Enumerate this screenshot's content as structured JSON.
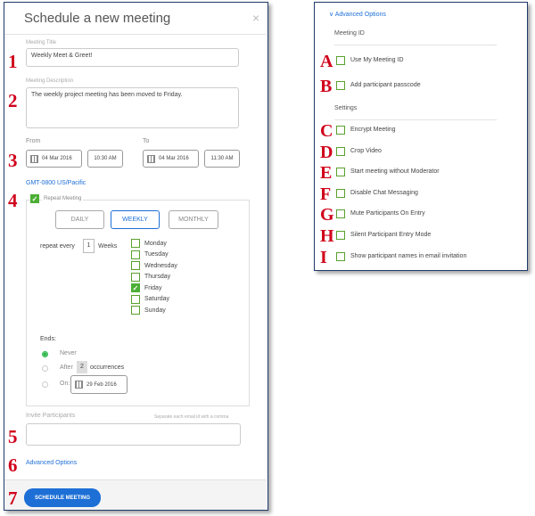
{
  "dialog": {
    "title": "Schedule a new meeting",
    "close_glyph": "×",
    "meeting_title_label": "Meeting Title",
    "meeting_title_value": "Weekly Meet & Greet!",
    "meeting_description_label": "Meeting Description",
    "meeting_description_value": "The weekly project meeting has been moved to Friday.",
    "from_label": "From",
    "to_label": "To",
    "from_date": "04 Mar 2016",
    "from_time": "10:30 AM",
    "to_date": "04 Mar 2016",
    "to_time": "11:30 AM",
    "timezone": "GMT-0800 US/Pacific",
    "repeat_meeting_label": "Repeat Meeting",
    "repeat_meeting_checked": true,
    "frequency_tabs": [
      "DAILY",
      "WEEKLY",
      "MONTHLY"
    ],
    "frequency_selected": "WEEKLY",
    "repeat_every_label": "repeat every",
    "repeat_every_value": "1",
    "repeat_unit": "Weeks",
    "days": [
      {
        "label": "Monday",
        "checked": false
      },
      {
        "label": "Tuesday",
        "checked": false
      },
      {
        "label": "Wednesday",
        "checked": false
      },
      {
        "label": "Thursday",
        "checked": false
      },
      {
        "label": "Friday",
        "checked": true
      },
      {
        "label": "Saturday",
        "checked": false
      },
      {
        "label": "Sunday",
        "checked": false
      }
    ],
    "ends_label": "Ends:",
    "ends_never": "Never",
    "ends_after_prefix": "After",
    "ends_after_value": "2",
    "ends_after_suffix": "occurrences",
    "ends_on_label": "On:",
    "ends_on_date": "29 Feb 2016",
    "ends_selected": "Never",
    "invite_label": "Invite Participants",
    "invite_hint": "Separate each email id with a comma",
    "invite_value": "",
    "advanced_options_link": "Advanced Options",
    "schedule_button": "SCHEDULE MEETING"
  },
  "callouts_left": [
    "1",
    "2",
    "3",
    "4",
    "5",
    "6",
    "7"
  ],
  "advanced_panel": {
    "header_link": "Advanced Options",
    "chevron_glyph": "∨",
    "meeting_id_heading": "Meeting ID",
    "settings_heading": "Settings",
    "meeting_id_options": [
      {
        "letter": "A",
        "label": "Use My Meeting ID",
        "checked": false
      },
      {
        "letter": "B",
        "label": "Add participant passcode",
        "checked": false
      }
    ],
    "settings_options": [
      {
        "letter": "C",
        "label": "Encrypt Meeting",
        "checked": false
      },
      {
        "letter": "D",
        "label": "Crop Video",
        "checked": false
      },
      {
        "letter": "E",
        "label": "Start meeting without Moderator",
        "checked": false
      },
      {
        "letter": "F",
        "label": "Disable Chat Messaging",
        "checked": false
      },
      {
        "letter": "G",
        "label": "Mute Participants On Entry",
        "checked": false
      },
      {
        "letter": "H",
        "label": "Silent Participant Entry Mode",
        "checked": false
      },
      {
        "letter": "I",
        "label": "Show participant names in email invitation",
        "checked": false
      }
    ]
  },
  "colors": {
    "accent": "#1d6fd6",
    "callout_red": "#d0021b",
    "check_green": "#4caf35",
    "panel_border": "#1f3a6b"
  }
}
